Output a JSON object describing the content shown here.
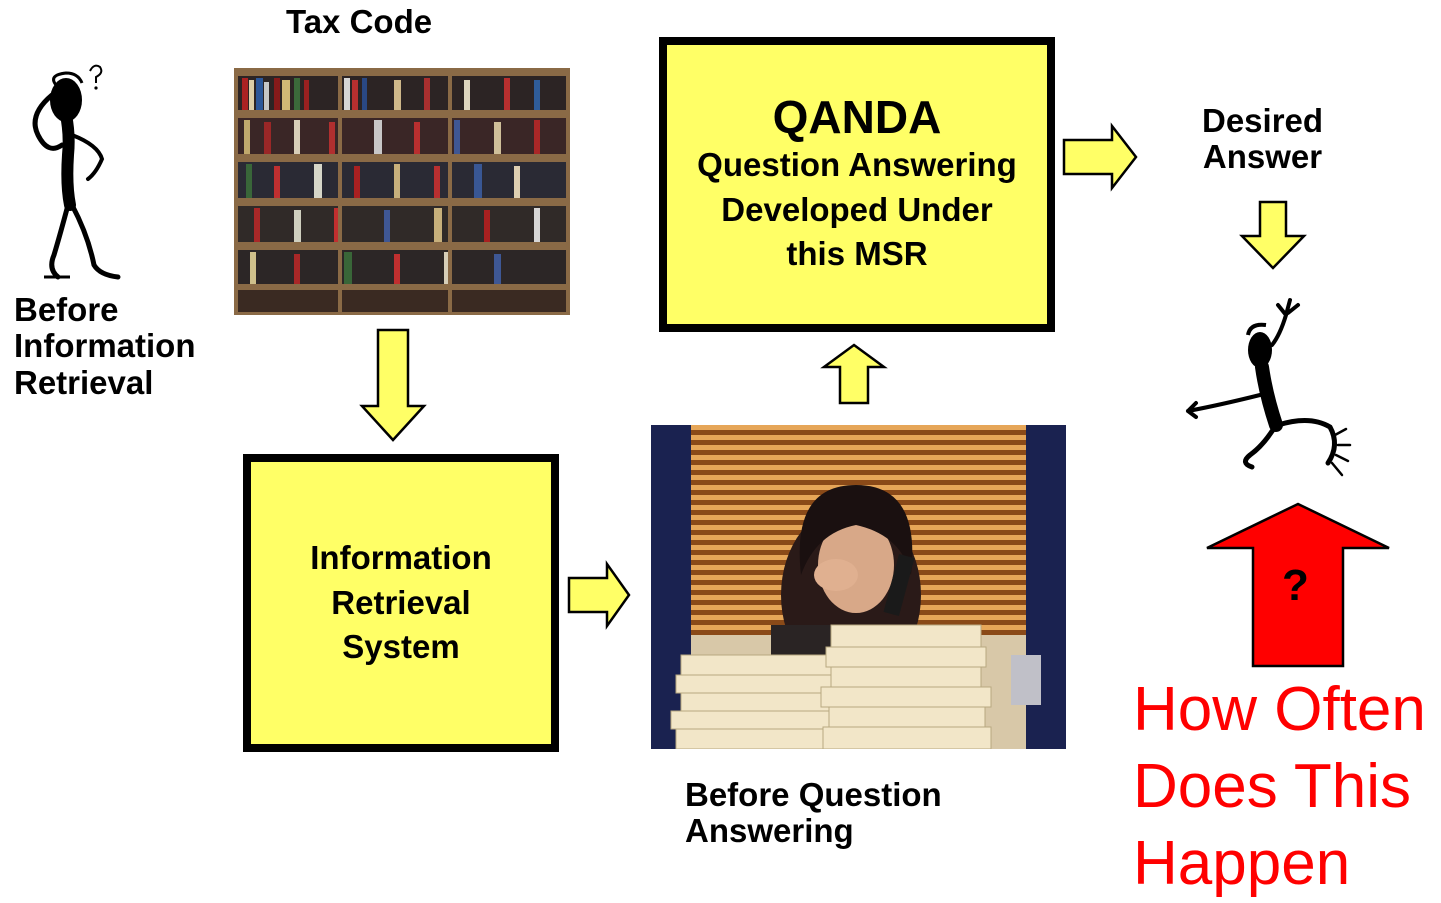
{
  "labels": {
    "tax_code": "Tax Code",
    "before_ir": [
      "Before",
      "Information",
      "Retrieval"
    ],
    "desired_answer": [
      "Desired",
      "Answer"
    ],
    "before_qa": [
      "Before Question",
      "Answering"
    ],
    "how_often": [
      "How Often",
      "Does This",
      "Happen"
    ]
  },
  "qanda_box": {
    "title": "QANDA",
    "lines": [
      "Question Answering",
      "Developed Under",
      "this MSR"
    ]
  },
  "ir_box": {
    "lines": [
      "Information",
      "Retrieval",
      "System"
    ]
  },
  "red_arrow_text": "?",
  "colors": {
    "box_fill": "#ffff66",
    "arrow_fill": "#ffff66",
    "red_arrow": "#ff0000",
    "question_text": "#ff0000"
  },
  "icons": [
    "confused-stick-figure-icon",
    "jumping-stick-figure-icon"
  ]
}
